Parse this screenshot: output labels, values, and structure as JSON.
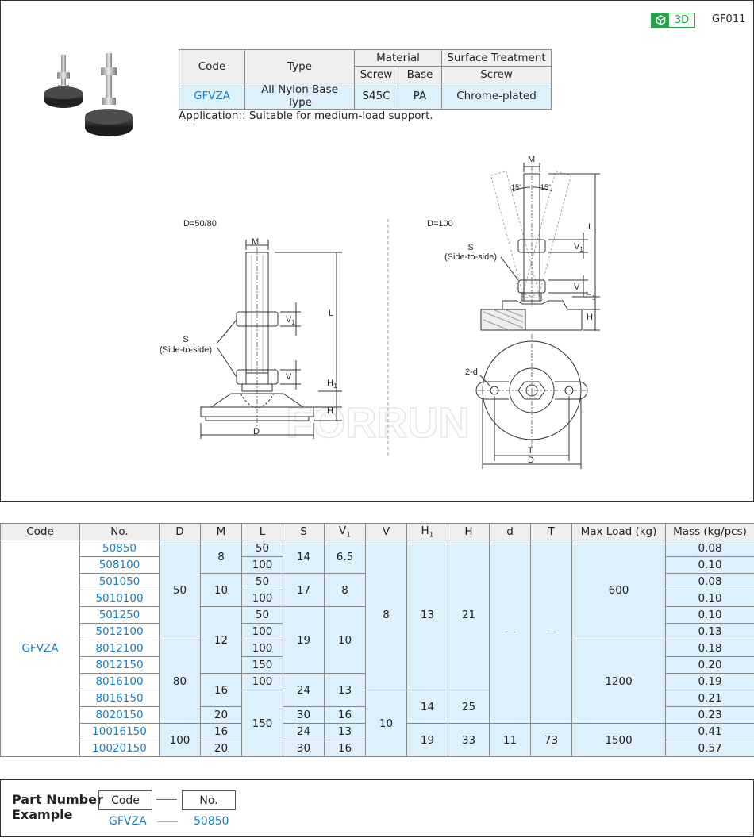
{
  "header": {
    "badge_3d": "3D",
    "page_code": "GF011"
  },
  "spec_table": {
    "code_header": "Code",
    "type_header": "Type",
    "material_header": "Material",
    "surface_header": "Surface Treatment",
    "screw_header": "Screw",
    "base_header": "Base",
    "surface_screw_header": "Screw",
    "code_value": "GFVZA",
    "type_value": "All Nylon Base Type",
    "screw_value": "S45C",
    "base_value": "PA",
    "surface_value": "Chrome-plated"
  },
  "application": "Application:: Suitable for medium-load support.",
  "drawing": {
    "left_title": "D=50/80",
    "right_title": "D=100",
    "label_M": "M",
    "label_L": "L",
    "label_V1": "V",
    "label_V1_sub": "1",
    "label_V": "V",
    "label_H1": "H",
    "label_H1_sub": "1",
    "label_H": "H",
    "label_D": "D",
    "label_S": "S",
    "label_side": "(Side-to-side)",
    "label_15a": "15°",
    "label_15b": "15°",
    "label_2d": "2-d",
    "label_T": "T",
    "watermark": "FORRUN"
  },
  "data_table": {
    "headers": [
      "Code",
      "No.",
      "D",
      "M",
      "L",
      "S",
      "V",
      "V",
      "H",
      "H",
      "d",
      "T",
      "Max Load (kg)",
      "Mass (kg/pcs)"
    ],
    "header_subs": {
      "V1": "1",
      "H1": "1"
    },
    "code": "GFVZA",
    "numbers": [
      "50850",
      "508100",
      "501050",
      "5010100",
      "501250",
      "5012100",
      "8012100",
      "8012150",
      "8016100",
      "8016150",
      "8020150",
      "10016150",
      "10020150"
    ],
    "masses": [
      "0.08",
      "0.10",
      "0.08",
      "0.10",
      "0.10",
      "0.13",
      "0.18",
      "0.20",
      "0.19",
      "0.21",
      "0.23",
      "0.41",
      "0.57"
    ],
    "D": [
      "50",
      "80",
      "100"
    ],
    "M": [
      "8",
      "10",
      "12",
      "16",
      "20",
      "16",
      "20"
    ],
    "L": [
      "50",
      "100",
      "50",
      "100",
      "50",
      "100",
      "100",
      "150",
      "100",
      "150"
    ],
    "S": [
      "14",
      "17",
      "19",
      "24",
      "30",
      "24",
      "30"
    ],
    "V1": [
      "6.5",
      "8",
      "10",
      "13",
      "16",
      "13",
      "16"
    ],
    "V": [
      "8",
      "10"
    ],
    "H1": [
      "13",
      "14",
      "19"
    ],
    "H": [
      "21",
      "25",
      "33"
    ],
    "d": [
      "—",
      "11"
    ],
    "T": [
      "—",
      "73"
    ],
    "max_load": [
      "600",
      "1200",
      "1500"
    ]
  },
  "part_number": {
    "title_line1": "Part Number",
    "title_line2": "Example",
    "code_label": "Code",
    "no_label": "No.",
    "code_value": "GFVZA",
    "no_value": "50850"
  }
}
